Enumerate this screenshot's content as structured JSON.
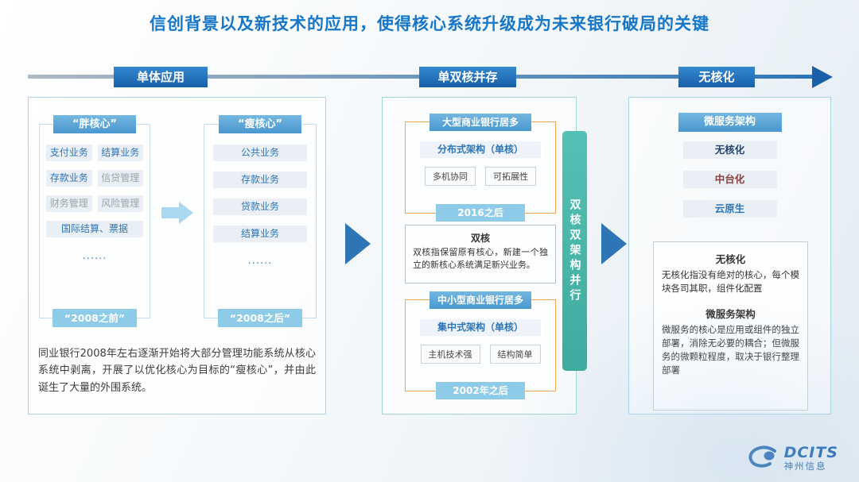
{
  "slide": {
    "title": "信创背景以及新技术的应用，使得核心系统升级成为未来银行破局的关键"
  },
  "timeline": {
    "stages": [
      {
        "label": "单体应用"
      },
      {
        "label": "单双核并存"
      },
      {
        "label": "无核化"
      }
    ]
  },
  "monolith": {
    "fat_core": {
      "title": "“胖核心”",
      "items": [
        {
          "label": "支付业务",
          "tone": "blue"
        },
        {
          "label": "结算业务",
          "tone": "blue"
        },
        {
          "label": "存款业务",
          "tone": "blue"
        },
        {
          "label": "信贷管理",
          "tone": "gray"
        },
        {
          "label": "财务管理",
          "tone": "gray"
        },
        {
          "label": "风险管理",
          "tone": "gray"
        },
        {
          "label": "国际结算、票据",
          "tone": "blue"
        }
      ],
      "more": "......",
      "footer": "“2008之前”"
    },
    "thin_core": {
      "title": "“瘦核心”",
      "items": [
        {
          "label": "公共业务",
          "tone": "blue"
        },
        {
          "label": "存款业务",
          "tone": "blue"
        },
        {
          "label": "贷款业务",
          "tone": "blue"
        },
        {
          "label": "结算业务",
          "tone": "blue"
        }
      ],
      "more": "......",
      "footer": "“2008之后”"
    },
    "description": "同业银行2008年左右逐渐开始将大部分管理功能系统从核心系统中剥离，开展了以优化核心为目标的“瘦核心”，并由此诞生了大量的外围系统。"
  },
  "dual": {
    "large_banks": {
      "title": "大型商业银行居多",
      "architecture": "分布式架构（单核）",
      "tags": [
        "多机协同",
        "可拓展性"
      ],
      "period": "2016之后"
    },
    "dual_core": {
      "title": "双核",
      "description": "双核指保留原有核心，新建一个独立的新核心系统满足新兴业务。"
    },
    "small_banks": {
      "title": "中小型商业银行居多",
      "architecture": "集中式架构（单核）",
      "tags": [
        "主机技术强",
        "结构简单"
      ],
      "period": "2002年之后"
    },
    "side_bar": "双核双架构并行"
  },
  "coreless": {
    "title": "微服务架构",
    "items": [
      {
        "label": "无核化",
        "tone": "navy"
      },
      {
        "label": "中台化",
        "tone": "red"
      },
      {
        "label": "云原生",
        "tone": "blue"
      }
    ],
    "sections": [
      {
        "heading": "无核化",
        "body": "无核化指没有绝对的核心，每个模块各司其职，组件化配置"
      },
      {
        "heading": "微服务架构",
        "body": "微服务的核心是应用或组件的独立部署，消除无必要的耦合；但微服务的微颗粒程度，取决于银行整理部署"
      }
    ]
  },
  "logo": {
    "brand": "DCITS",
    "company": "神州信息"
  },
  "colors": {
    "accent_blue": "#1677c8",
    "teal": "#4ab9ad",
    "orange": "#f0a452",
    "light_blue": "#8ecbe9"
  }
}
